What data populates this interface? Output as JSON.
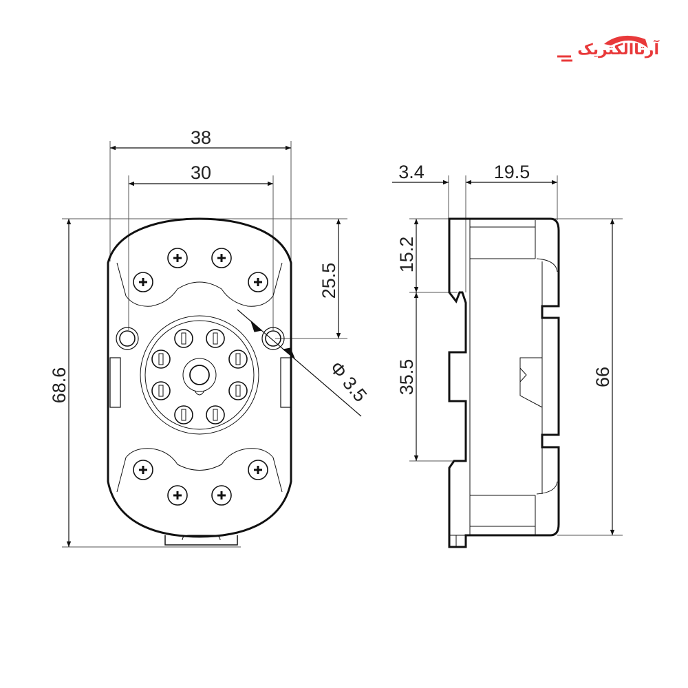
{
  "logo": {
    "text": "آرتاالکتریک",
    "color": "#e8393a"
  },
  "front_view": {
    "width_outer": "38",
    "width_holes": "30",
    "height_total": "68.6",
    "hole_offset": "25.5",
    "hole_diameter": "Φ 3.5"
  },
  "side_view": {
    "rail_depth": "3.4",
    "body_depth": "19.5",
    "top_to_rail": "15.2",
    "rail_width": "35.5",
    "body_height": "66"
  },
  "colors": {
    "line": "#1a1a1a",
    "dim": "#444444"
  }
}
